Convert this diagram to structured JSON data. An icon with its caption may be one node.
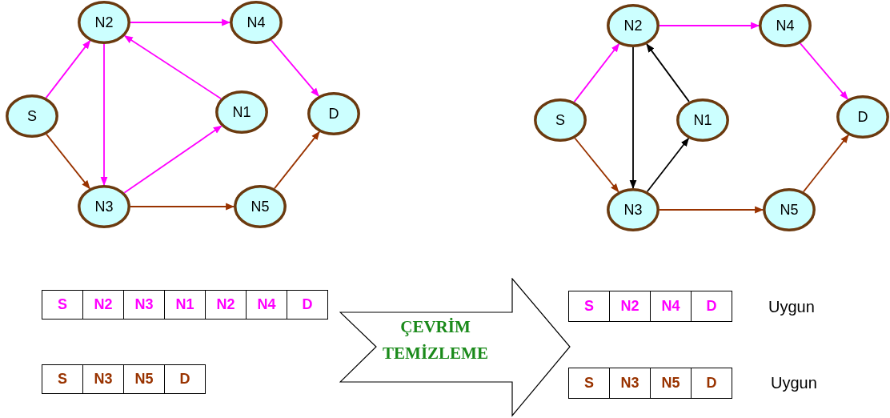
{
  "diagram": {
    "nodes": [
      {
        "text": [
          "N2"
        ]
      },
      {
        "text": [
          "N4"
        ]
      },
      {
        "text": [
          "S"
        ]
      },
      {
        "text": [
          "N1"
        ]
      },
      {
        "text": [
          "D"
        ]
      },
      {
        "text": [
          "N3"
        ]
      },
      {
        "text": [
          "N5"
        ]
      },
      {
        "text": [
          "N2"
        ]
      },
      {
        "text": [
          "N4"
        ]
      },
      {
        "text": [
          "S"
        ]
      },
      {
        "text": [
          "N1"
        ]
      },
      {
        "text": [
          "D"
        ]
      },
      {
        "text": [
          "N3"
        ]
      },
      {
        "text": [
          "N5"
        ]
      },
      {
        "text": [
          "ÇEVRİM TEMİZLEME"
        ]
      }
    ],
    "edges": [
      {
        "from": 2,
        "to": 0,
        "arrow": "to"
      },
      {
        "from": 0,
        "to": 1,
        "arrow": "to"
      },
      {
        "from": 0,
        "to": 5,
        "arrow": "to"
      },
      {
        "from": 3,
        "to": 0,
        "arrow": "to"
      },
      {
        "from": 5,
        "to": 3,
        "arrow": "to"
      },
      {
        "from": 1,
        "to": 4,
        "arrow": "to"
      },
      {
        "from": 2,
        "to": 5,
        "arrow": "to",
        "color": "#993300"
      },
      {
        "from": 5,
        "to": 6,
        "arrow": "to",
        "color": "#993300"
      },
      {
        "from": 6,
        "to": 4,
        "arrow": "to",
        "color": "#993300"
      },
      {
        "from": 9,
        "to": 7,
        "arrow": "to"
      },
      {
        "from": 7,
        "to": 8,
        "arrow": "to"
      },
      {
        "from": 8,
        "to": 11,
        "arrow": "to"
      },
      {
        "from": 7,
        "to": 12,
        "arrow": "to",
        "color": "#000000"
      },
      {
        "from": 10,
        "to": 7,
        "arrow": "to",
        "color": "#000000"
      },
      {
        "from": 12,
        "to": 10,
        "arrow": "to",
        "color": "#000000"
      },
      {
        "from": 9,
        "to": 12,
        "arrow": "to",
        "color": "#993300"
      },
      {
        "from": 12,
        "to": 13,
        "arrow": "to",
        "color": "#993300"
      },
      {
        "from": 13,
        "to": 11,
        "arrow": "to",
        "color": "#993300"
      }
    ],
    "labels": [
      "S",
      "N2",
      "N3",
      "N1",
      "N2",
      "N4",
      "D",
      "S",
      "N2",
      "N4",
      "D",
      "Uygun",
      "S",
      "N3",
      "N5",
      "D",
      "S",
      "N3",
      "N5",
      "D",
      "Uygun"
    ]
  }
}
